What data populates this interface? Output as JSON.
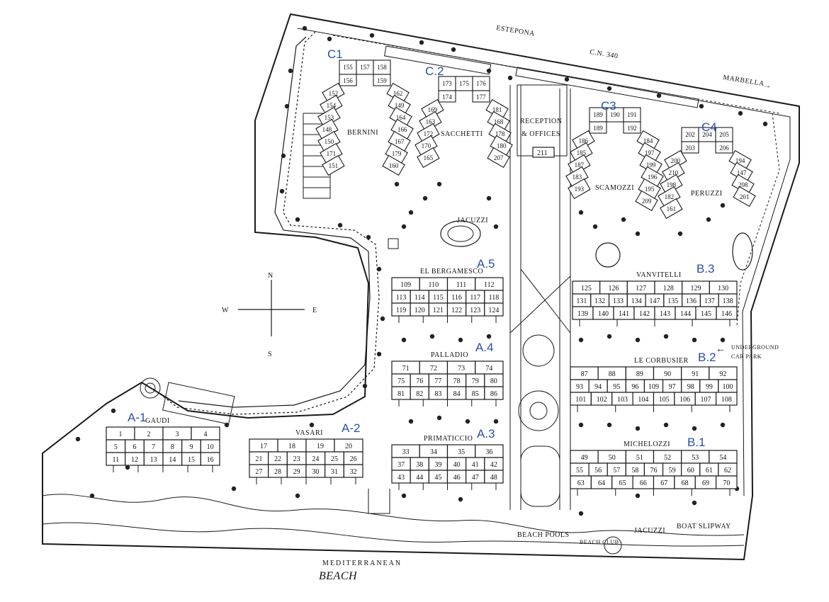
{
  "roads": {
    "estepona": "ESTEPONA",
    "cn": "C.N. 340",
    "marbella": "MARBELLA"
  },
  "compass": {
    "n": "N",
    "s": "S",
    "e": "E",
    "w": "W"
  },
  "facilities": {
    "reception": [
      "RECEPTION",
      "& OFFICES"
    ],
    "reception_unit": "211",
    "jacuzzi_top": "JACUZZI",
    "underground": [
      "UNDERGROUND",
      "CAR PARK"
    ],
    "beach_pools": "BEACH POOLS",
    "beach_club": "BEACH CLUB",
    "jacuzzi_bottom": "JACUZZI",
    "boat_slipway": "BOAT SLIPWAY",
    "sea": "MEDITERRANEAN",
    "beach": "BEACH"
  },
  "blocks": [
    {
      "id": "gaudi",
      "name": "GAUDI",
      "code": "A-1",
      "rows": [
        [
          "1",
          "2",
          "3",
          "4"
        ],
        [
          "5",
          "6",
          "7",
          "8",
          "9",
          "10"
        ],
        [
          "11",
          "12",
          "13",
          "14",
          "15",
          "16"
        ]
      ]
    },
    {
      "id": "vasari",
      "name": "VASARI",
      "code": "A-2",
      "rows": [
        [
          "17",
          "18",
          "19",
          "20"
        ],
        [
          "21",
          "22",
          "23",
          "24",
          "25",
          "26"
        ],
        [
          "27",
          "28",
          "29",
          "30",
          "31",
          "32"
        ]
      ]
    },
    {
      "id": "primaticcio",
      "name": "PRIMATICCIO",
      "code": "A.3",
      "rows": [
        [
          "33",
          "34",
          "35",
          "36"
        ],
        [
          "37",
          "38",
          "39",
          "40",
          "41",
          "42"
        ],
        [
          "43",
          "44",
          "45",
          "46",
          "47",
          "48"
        ]
      ]
    },
    {
      "id": "palladio",
      "name": "PALLADIO",
      "code": "A.4",
      "rows": [
        [
          "71",
          "72",
          "73",
          "74"
        ],
        [
          "75",
          "76",
          "77",
          "78",
          "79",
          "80"
        ],
        [
          "81",
          "82",
          "83",
          "84",
          "85",
          "86"
        ]
      ]
    },
    {
      "id": "bergamesco",
      "name": "EL BERGAMESCO",
      "code": "A.5",
      "rows": [
        [
          "109",
          "110",
          "111",
          "112"
        ],
        [
          "113",
          "114",
          "115",
          "116",
          "117",
          "118"
        ],
        [
          "119",
          "120",
          "121",
          "122",
          "123",
          "124"
        ]
      ]
    },
    {
      "id": "michelozzi",
      "name": "MICHELOZZI",
      "code": "B.1",
      "rows": [
        [
          "49",
          "50",
          "51",
          "52",
          "53",
          "54"
        ],
        [
          "55",
          "56",
          "57",
          "58",
          "76",
          "59",
          "60",
          "61",
          "62"
        ],
        [
          "63",
          "64",
          "65",
          "66",
          "67",
          "68",
          "69",
          "70"
        ]
      ]
    },
    {
      "id": "lecorbusier",
      "name": "LE CORBUSIER",
      "code": "B.2",
      "rows": [
        [
          "87",
          "88",
          "89",
          "90",
          "91",
          "92"
        ],
        [
          "93",
          "94",
          "95",
          "96",
          "109",
          "97",
          "98",
          "99",
          "100"
        ],
        [
          "101",
          "102",
          "103",
          "104",
          "105",
          "106",
          "107",
          "108"
        ]
      ]
    },
    {
      "id": "vanvitelli",
      "name": "VANVITELLI",
      "code": "B.3",
      "rows": [
        [
          "125",
          "126",
          "127",
          "128",
          "129",
          "130"
        ],
        [
          "131",
          "132",
          "133",
          "134",
          "147",
          "135",
          "136",
          "137",
          "138"
        ],
        [
          "139",
          "140",
          "141",
          "142",
          "143",
          "144",
          "145",
          "146"
        ]
      ]
    }
  ],
  "fans": [
    {
      "id": "bernini",
      "name": "BERNINI",
      "code": "C1",
      "top": [
        "155",
        "157",
        "158"
      ],
      "inner": [
        "156",
        "159"
      ],
      "left": [
        "152",
        "154",
        "153",
        "148",
        "150",
        "171",
        "151"
      ],
      "right": [
        "162",
        "149",
        "164",
        "166",
        "167",
        "179",
        "160"
      ]
    },
    {
      "id": "sacchetti",
      "name": "SACCHETTI",
      "code": "C.2",
      "top": [
        "173",
        "175",
        "176"
      ],
      "inner": [
        "174",
        "177"
      ],
      "left": [
        "169",
        "163",
        "172",
        "170",
        "165"
      ],
      "right": [
        "181",
        "168",
        "178",
        "180",
        "207"
      ]
    },
    {
      "id": "scamozzi",
      "name": "SCAMOZZI",
      "code": "C3",
      "top": [
        "189",
        "190",
        "191"
      ],
      "inner": [
        "189",
        "192"
      ],
      "left": [
        "186",
        "185",
        "187",
        "183",
        "193"
      ],
      "right": [
        "184",
        "197",
        "199",
        "196",
        "195",
        "209"
      ]
    },
    {
      "id": "peruzzi",
      "name": "PERUZZI",
      "code": "C4",
      "top": [
        "202",
        "204",
        "205"
      ],
      "inner": [
        "203",
        "206"
      ],
      "left": [
        "200",
        "210",
        "198",
        "182",
        "161"
      ],
      "right": [
        "194",
        "147",
        "208",
        "201"
      ]
    }
  ]
}
